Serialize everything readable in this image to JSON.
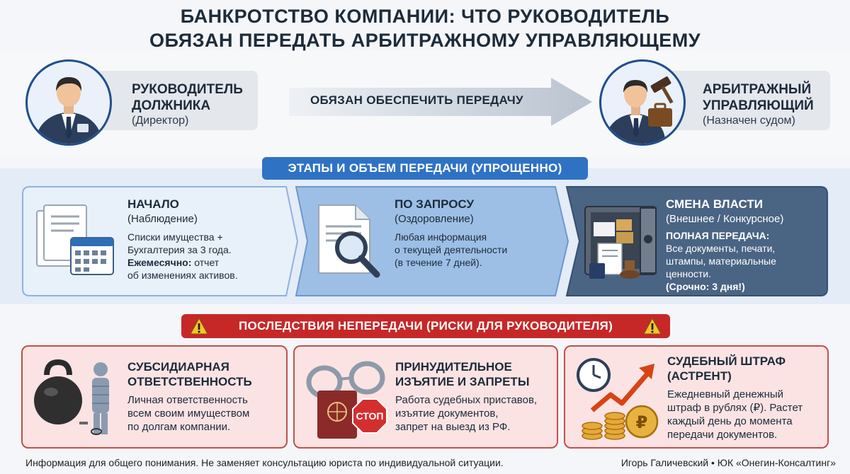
{
  "title": {
    "line1": "БАНКРОТСТВО КОМПАНИИ: ЧТО РУКОВОДИТЕЛЬ",
    "line2": "ОБЯЗАН ПЕРЕДАТЬ АРБИТРАЖНОМУ УПРАВЛЯЮЩЕМУ"
  },
  "left_role": {
    "name1": "РУКОВОДИТЕЛЬ",
    "name2": "ДОЛЖНИКА",
    "sub": "(Директор)"
  },
  "arrow_label": "ОБЯЗАН ОБЕСПЕЧИТЬ ПЕРЕДАЧУ",
  "right_role": {
    "name1": "АРБИТРАЖНЫЙ",
    "name2": "УПРАВЛЯЮЩИЙ",
    "sub": "(Назначен судом)"
  },
  "stages_header": "ЭТАПЫ И ОБЪЕМ ПЕРЕДАЧИ (УПРОЩЕННО)",
  "stages": [
    {
      "title": "НАЧАЛО",
      "sub": "(Наблюдение)",
      "text1": "Списки имущества +",
      "text2": "Бухгалтерия за 3 года.",
      "bold3": "Ежемесячно:",
      "text3": " отчет",
      "text4": "об изменениях активов."
    },
    {
      "title": "ПО ЗАПРОСУ",
      "sub": "(Оздоровление)",
      "text1": "Любая информация",
      "text2": "о текущей деятельности",
      "text3": "(в течение 7 дней)."
    },
    {
      "title": "СМЕНА ВЛАСТИ",
      "sub": "(Внешнее / Конкурсное)",
      "bold1": "ПОЛНАЯ ПЕРЕДАЧА:",
      "text1": "Все документы, печати,",
      "text2": "штампы, материальные",
      "text3": "ценности.",
      "bold2": "(Срочно: 3 дня!)"
    }
  ],
  "risks_header": "ПОСЛЕДСТВИЯ НЕПЕРЕДАЧИ (РИСКИ ДЛЯ РУКОВОДИТЕЛЯ)",
  "risks": [
    {
      "title1": "СУБСИДИАРНАЯ",
      "title2": "ОТВЕТСТВЕННОСТЬ",
      "text1": "Личная ответственность",
      "text2": "всем своим имуществом",
      "text3": "по долгам компании."
    },
    {
      "title1": "ПРИНУДИТЕЛЬНОЕ",
      "title2": "ИЗЪЯТИЕ И ЗАПРЕТЫ",
      "text1": "Работа судебных приставов,",
      "text2": "изъятие документов,",
      "text3": "запрет на выезд из РФ.",
      "stop_sign": "СТОП"
    },
    {
      "title1": "СУДЕБНЫЙ ШТРАФ",
      "title2": "(АСТРЕНТ)",
      "text1": "Ежедневный денежный",
      "text2": "штраф в рублях (₽). Растет",
      "text3": "каждый день до момента",
      "text4": "передачи документов.",
      "coin_symbol": "₽"
    }
  ],
  "footer": {
    "disclaimer": "Информация для общего понимания. Не заменяет консультацию юриста по индивидуальной ситуации.",
    "author": "Игорь Галичевский • ЮК «Онегин-Консалтинг»"
  },
  "icons": {
    "director": "director-avatar-icon",
    "manager": "arbitration-manager-icon",
    "arrow": "right-arrow-icon",
    "documents_calendar": "documents-calendar-icon",
    "document_search": "document-search-icon",
    "safe": "safe-icon",
    "kettlebell_prisoner": "kettlebell-prisoner-icon",
    "handcuffs_passport": "handcuffs-passport-icon",
    "fine_growth": "fine-growth-icon",
    "warning": "warning-icon"
  },
  "colors": {
    "navy": "#1f4e8c",
    "stage_blue": "#2e6fbf",
    "stage_dark": "#3d5878",
    "risk_red": "#c62828",
    "risk_bg": "#fbe3e3"
  }
}
